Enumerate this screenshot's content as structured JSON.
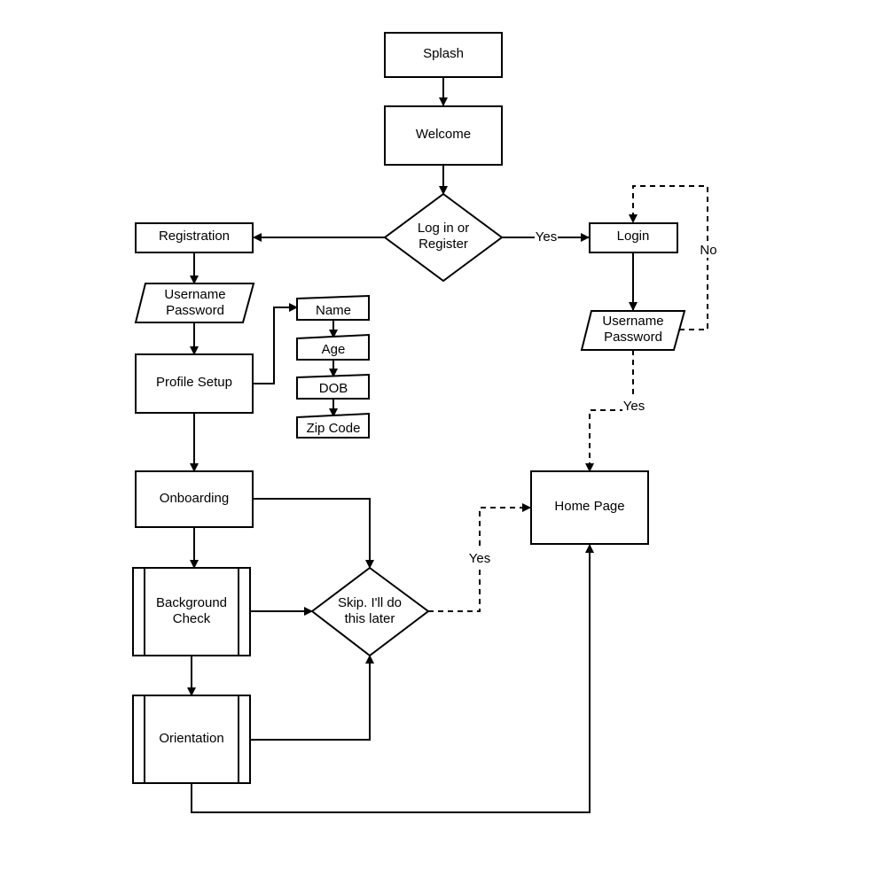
{
  "diagram": {
    "type": "flowchart",
    "nodes": {
      "splash": {
        "label": "Splash",
        "shape": "process"
      },
      "welcome": {
        "label": "Welcome",
        "shape": "process"
      },
      "login_or_register": {
        "label_line1": "Log in or",
        "label_line2": "Register",
        "shape": "decision"
      },
      "registration": {
        "label": "Registration",
        "shape": "process"
      },
      "login": {
        "label": "Login",
        "shape": "process"
      },
      "reg_credentials": {
        "label_line1": "Username",
        "label_line2": "Password",
        "shape": "data"
      },
      "login_credentials": {
        "label_line1": "Username",
        "label_line2": "Password",
        "shape": "data"
      },
      "profile_setup": {
        "label": "Profile Setup",
        "shape": "process"
      },
      "name": {
        "label": "Name",
        "shape": "manual-input"
      },
      "age": {
        "label": "Age",
        "shape": "manual-input"
      },
      "dob": {
        "label": "DOB",
        "shape": "manual-input"
      },
      "zip_code": {
        "label": "Zip Code",
        "shape": "manual-input"
      },
      "onboarding": {
        "label": "Onboarding",
        "shape": "process"
      },
      "background_check": {
        "label_line1": "Background",
        "label_line2": "Check",
        "shape": "predefined-process"
      },
      "orientation": {
        "label": "Orientation",
        "shape": "predefined-process"
      },
      "skip": {
        "label_line1": "Skip. I'll do",
        "label_line2": "this later",
        "shape": "decision"
      },
      "home_page": {
        "label": "Home Page",
        "shape": "process"
      }
    },
    "edges": [
      {
        "from": "splash",
        "to": "welcome",
        "style": "solid"
      },
      {
        "from": "welcome",
        "to": "login_or_register",
        "style": "solid"
      },
      {
        "from": "login_or_register",
        "to": "registration",
        "style": "solid"
      },
      {
        "from": "login_or_register",
        "to": "login",
        "style": "solid",
        "label": "Yes"
      },
      {
        "from": "login",
        "to": "login_credentials",
        "style": "solid"
      },
      {
        "from": "login_credentials",
        "to": "login",
        "style": "dashed",
        "label": "No"
      },
      {
        "from": "login_credentials",
        "to": "home_page",
        "style": "dashed",
        "label": "Yes"
      },
      {
        "from": "registration",
        "to": "reg_credentials",
        "style": "solid"
      },
      {
        "from": "reg_credentials",
        "to": "profile_setup",
        "style": "solid"
      },
      {
        "from": "profile_setup",
        "to": "name",
        "style": "solid"
      },
      {
        "from": "name",
        "to": "age",
        "style": "solid"
      },
      {
        "from": "age",
        "to": "dob",
        "style": "solid"
      },
      {
        "from": "dob",
        "to": "zip_code",
        "style": "solid"
      },
      {
        "from": "profile_setup",
        "to": "onboarding",
        "style": "solid"
      },
      {
        "from": "onboarding",
        "to": "background_check",
        "style": "solid"
      },
      {
        "from": "onboarding",
        "to": "skip",
        "style": "solid"
      },
      {
        "from": "background_check",
        "to": "skip",
        "style": "solid"
      },
      {
        "from": "background_check",
        "to": "orientation",
        "style": "solid"
      },
      {
        "from": "orientation",
        "to": "skip",
        "style": "solid"
      },
      {
        "from": "skip",
        "to": "home_page",
        "style": "dashed",
        "label": "Yes"
      },
      {
        "from": "orientation",
        "to": "home_page",
        "style": "solid"
      }
    ]
  }
}
